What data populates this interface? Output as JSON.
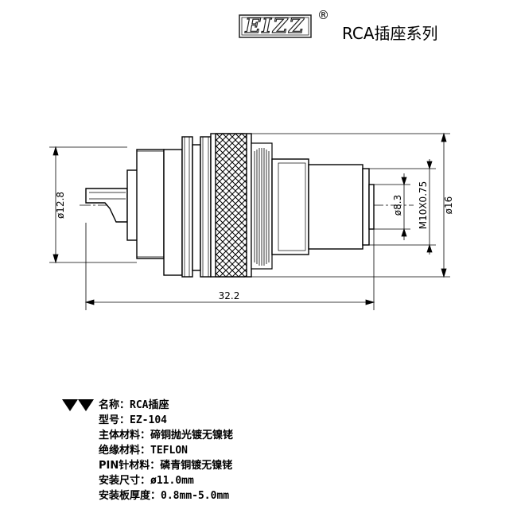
{
  "header": {
    "logo_text": "EIZZ",
    "registered_mark": "®",
    "title": "RCA插座系列"
  },
  "drawing": {
    "dim_left_diameter": "ø12.8",
    "dim_overall_length": "32.2",
    "dim_inner_diameter": "ø8.3",
    "dim_thread": "M10X0.75",
    "dim_outer_diameter": "ø16"
  },
  "spec": {
    "items": [
      {
        "label": "名称：",
        "value": "RCA插座"
      },
      {
        "label": "型号：",
        "value": "EZ-104"
      },
      {
        "label": "主体材料：",
        "value": "碲铜抛光镀无镍铑"
      },
      {
        "label": "绝缘材料：",
        "value": "TEFLON"
      },
      {
        "label": "PIN针材料：",
        "value": "磷青铜镀无镍铑"
      },
      {
        "label": "安装尺寸：",
        "value": "ø11.0mm"
      },
      {
        "label": "安装板厚度：",
        "value": "0.8mm-5.0mm"
      }
    ]
  }
}
